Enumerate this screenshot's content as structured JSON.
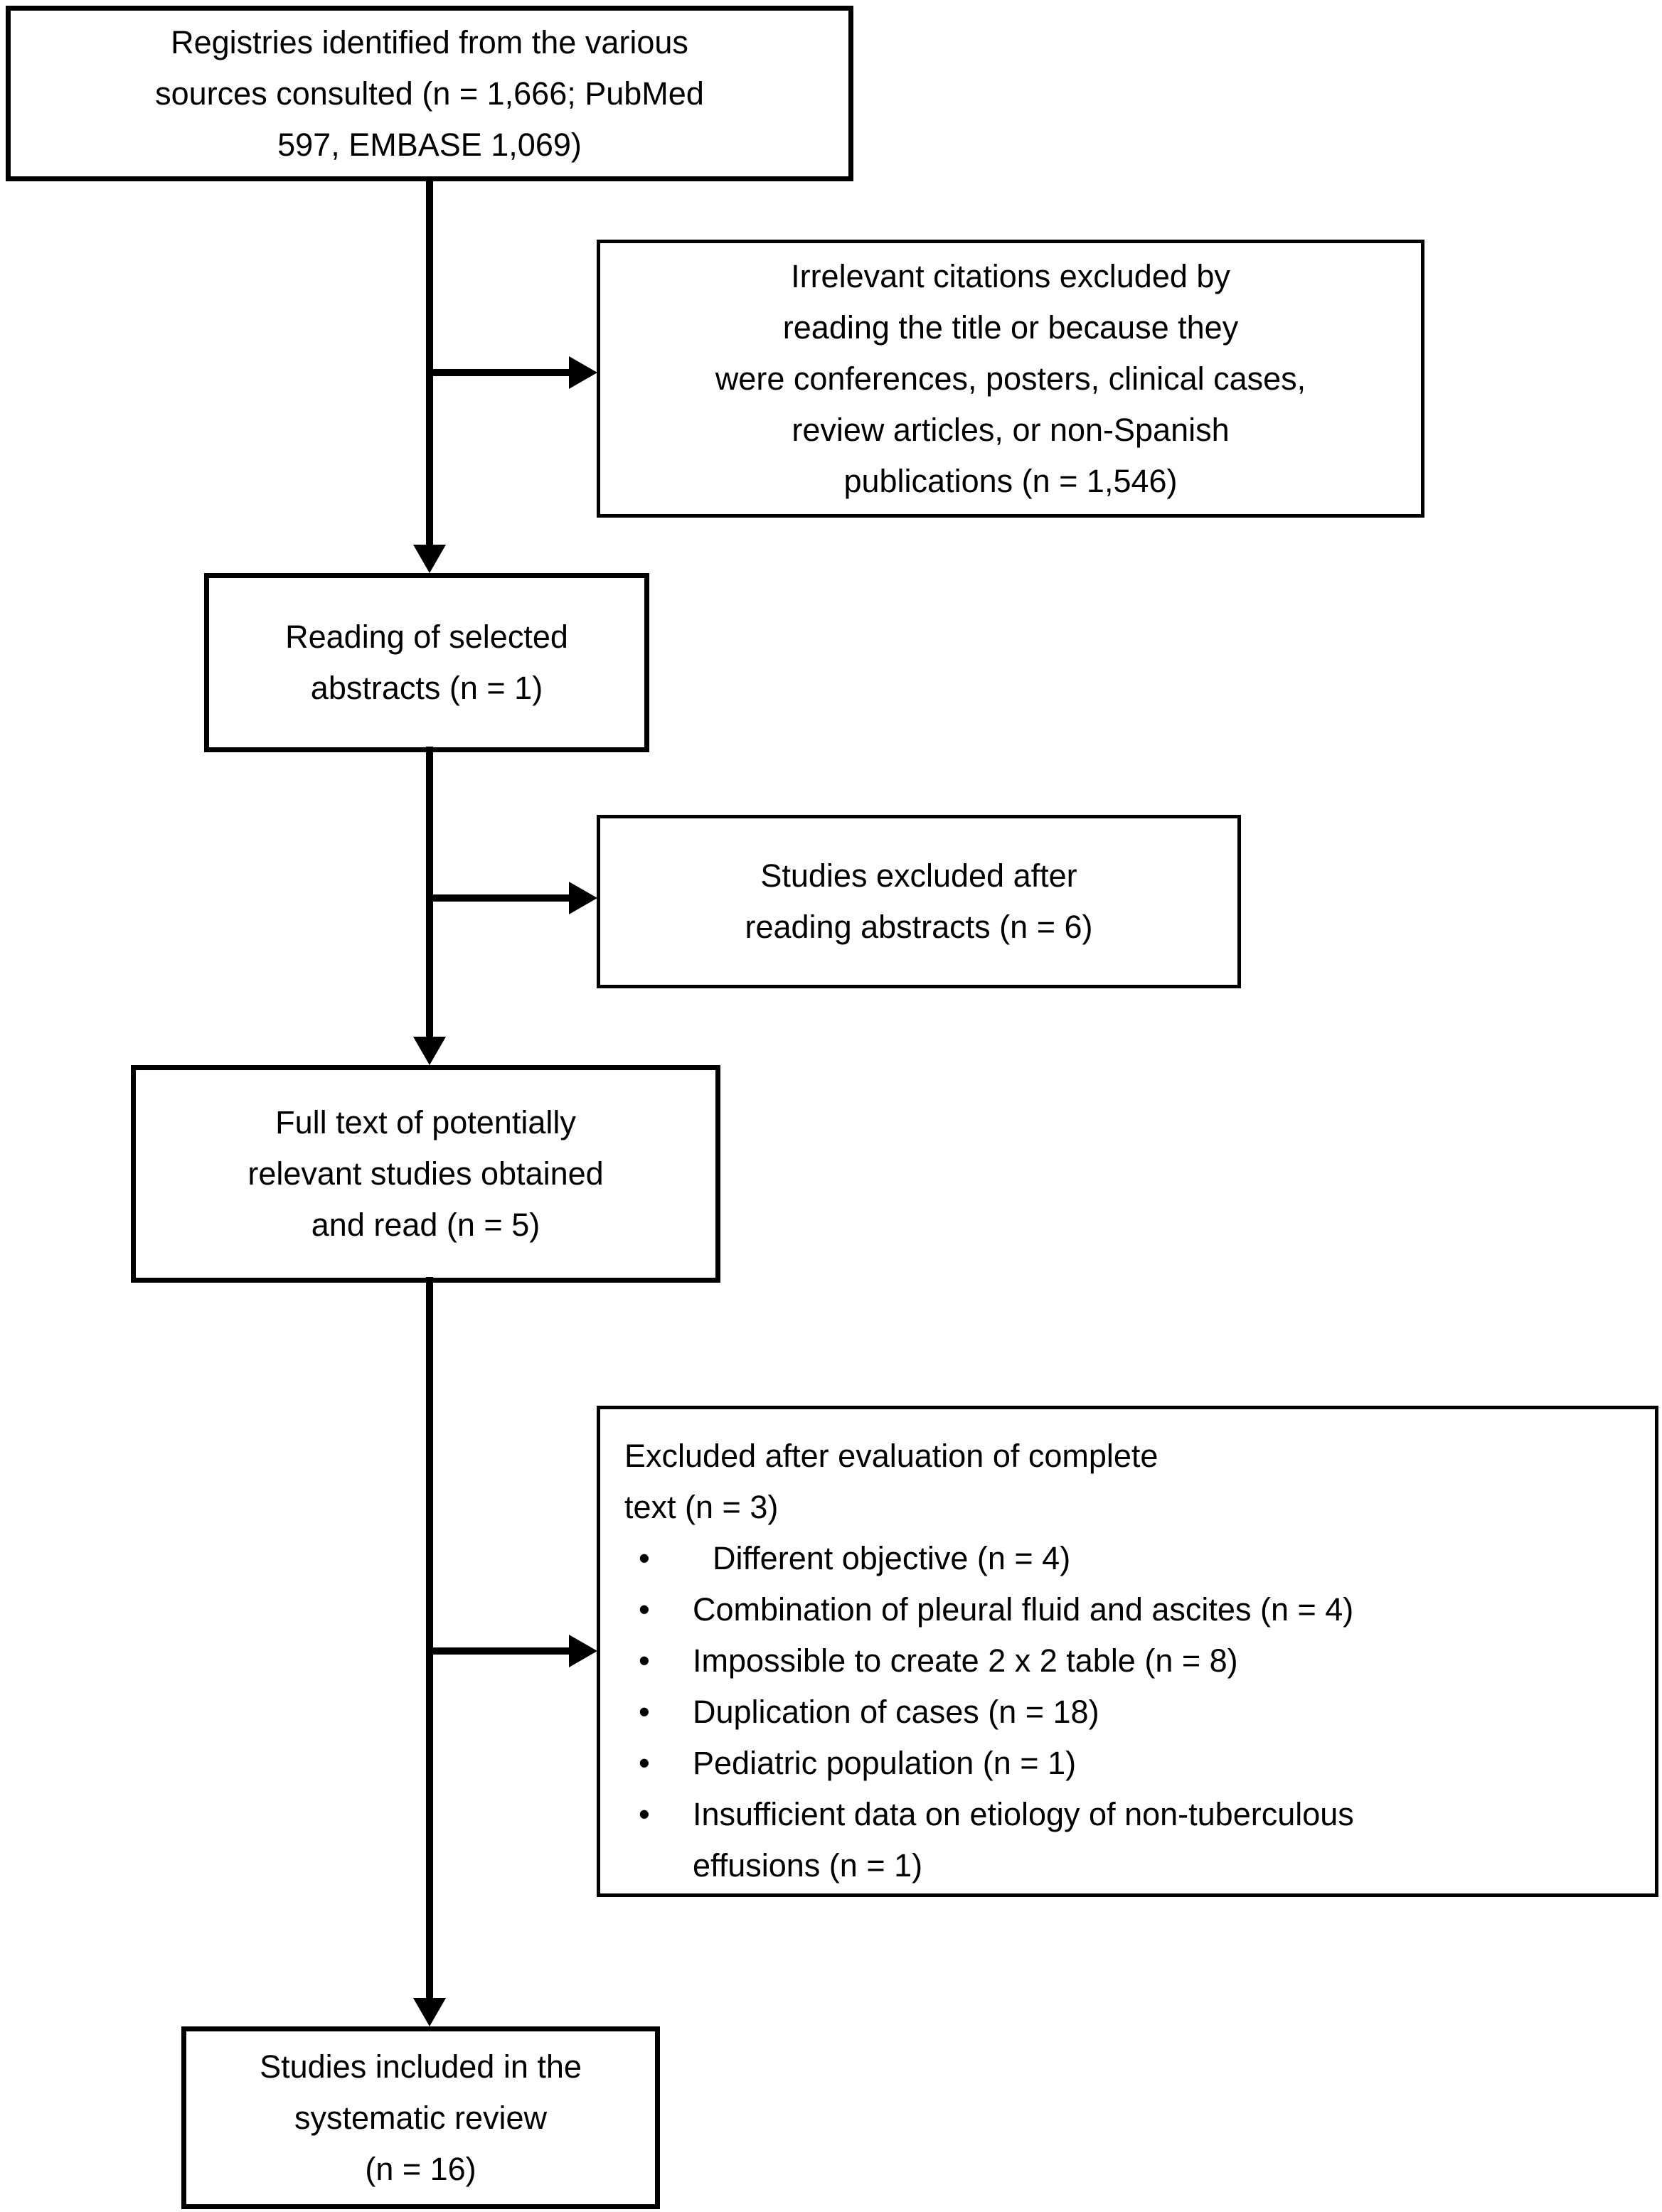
{
  "page": {
    "background_color": "#ffffff",
    "line_color": "#000000",
    "text_color": "#000000",
    "diagram_type": "systematic-review-flowchart"
  },
  "flow": {
    "identified": {
      "lines": [
        "Registries identified from the various",
        "sources consulted (n = 1,666; PubMed",
        "597, EMBASE 1,069)"
      ]
    },
    "excluded_by_title": {
      "lines": [
        "Irrelevant citations excluded by",
        "reading the title or because they",
        "were conferences, posters, clinical cases,",
        "review articles, or non-Spanish",
        "publications (n = 1,546)"
      ]
    },
    "abstracts_read": {
      "lines": [
        "Reading of selected",
        "abstracts (n = 1)"
      ]
    },
    "excluded_after_abstracts": {
      "lines": [
        "Studies excluded after",
        "reading abstracts (n = 6)"
      ]
    },
    "fulltext_obtained": {
      "lines": [
        "Full text of potentially",
        "relevant studies obtained",
        "and read (n = 5)"
      ]
    },
    "excluded_after_fulltext": {
      "heading_lines": [
        "Excluded after evaluation of complete",
        "text (n = 3)"
      ],
      "bullet_char": "•",
      "bullets": [
        {
          "lines": [
            "Different objective (n = 4)",
            ""
          ]
        },
        {
          "lines": [
            "Combination of pleural fluid and ascites (n = 4)",
            ""
          ]
        },
        {
          "lines": [
            "Impossible to create 2 x 2 table (n = 8)",
            ""
          ]
        },
        {
          "lines": [
            "Duplication of cases (n = 18)",
            ""
          ]
        },
        {
          "lines": [
            "Pediatric population (n = 1)",
            ""
          ]
        },
        {
          "lines": [
            "Insufficient data on etiology of non-tuberculous",
            "effusions (n = 1)"
          ]
        }
      ]
    },
    "included": {
      "lines": [
        "Studies included in the",
        "systematic review",
        "(n = 16)"
      ]
    }
  }
}
